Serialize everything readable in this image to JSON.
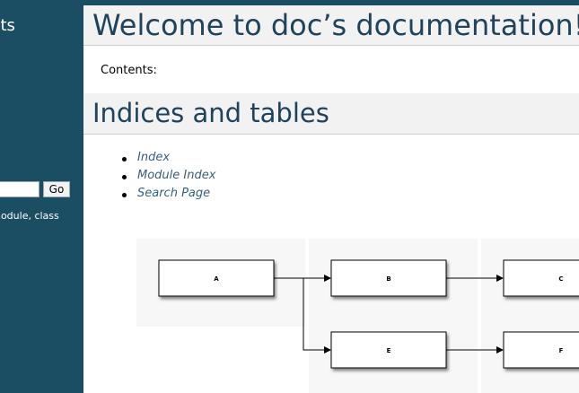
{
  "sidebar": {
    "heading": "ents",
    "search_go_label": "Go",
    "search_hint": "a module, class"
  },
  "main": {
    "title": "Welcome to doc’s documentation!",
    "pilcrow": "¶",
    "contents_label": "Contents:",
    "section_title": "Indices and tables",
    "links": [
      "Index",
      "Module Index",
      "Search Page"
    ]
  },
  "diagram": {
    "nodes": [
      "A",
      "B",
      "C",
      "E",
      "F"
    ]
  },
  "colors": {
    "sidebar_bg": "#1c4e63",
    "heading_text": "#20435c",
    "link": "#355f7c",
    "pilcrow": "#c60f0f"
  }
}
